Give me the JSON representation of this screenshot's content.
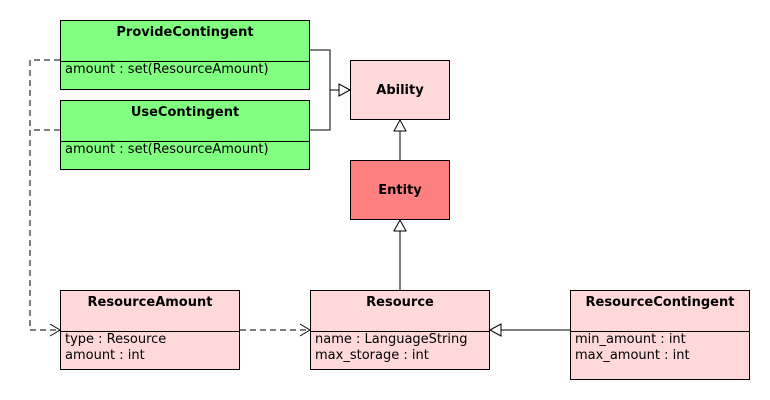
{
  "colors": {
    "green_fill": "#80ff80",
    "pink_fill": "#ffd9d9",
    "red_fill": "#ff8080",
    "line": "#000000"
  },
  "classes": {
    "provide_contingent": {
      "name": "ProvideContingent",
      "attributes": [
        "amount : set(ResourceAmount)"
      ]
    },
    "use_contingent": {
      "name": "UseContingent",
      "attributes": [
        "amount : set(ResourceAmount)"
      ]
    },
    "ability": {
      "name": "Ability"
    },
    "entity": {
      "name": "Entity"
    },
    "resource_amount": {
      "name": "ResourceAmount",
      "attributes": [
        "type : Resource",
        "amount : int"
      ]
    },
    "resource": {
      "name": "Resource",
      "attributes": [
        "name : LanguageString",
        "max_storage : int"
      ]
    },
    "resource_contingent": {
      "name": "ResourceContingent",
      "attributes": [
        "min_amount : int",
        "max_amount : int"
      ]
    }
  }
}
